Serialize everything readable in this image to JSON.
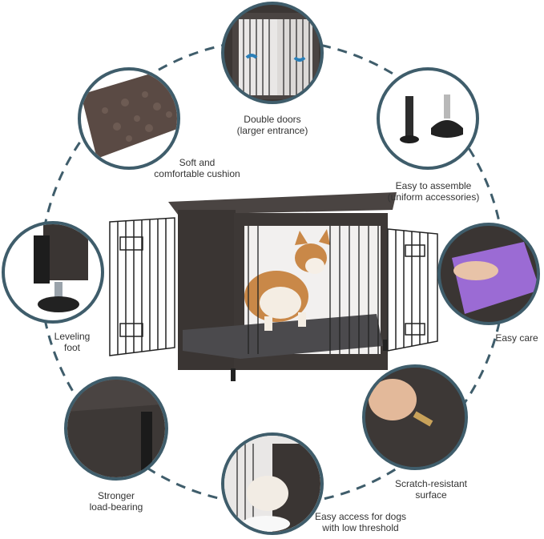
{
  "features": [
    {
      "id": "double-doors",
      "lines": [
        "Double doors",
        "(larger entrance)"
      ]
    },
    {
      "id": "cushion",
      "lines": [
        "Soft and",
        "comfortable cushion"
      ]
    },
    {
      "id": "assemble",
      "lines": [
        "Easy to assemble",
        "(uniform accessories)"
      ]
    },
    {
      "id": "leveling",
      "lines": [
        "Leveling",
        "foot"
      ]
    },
    {
      "id": "easy-care",
      "lines": [
        "Easy care"
      ]
    },
    {
      "id": "load-bearing",
      "lines": [
        "Stronger",
        "load-bearing"
      ]
    },
    {
      "id": "scratch",
      "lines": [
        "Scratch-resistant",
        "surface"
      ]
    },
    {
      "id": "access",
      "lines": [
        "Easy access for dogs",
        "with low threshold"
      ]
    }
  ],
  "colors": {
    "ring": "#3f5d6b",
    "wood_dark": "#3a3533",
    "cushion": "#5a4a44",
    "towel": "#9b6bd4",
    "text": "#333333"
  }
}
